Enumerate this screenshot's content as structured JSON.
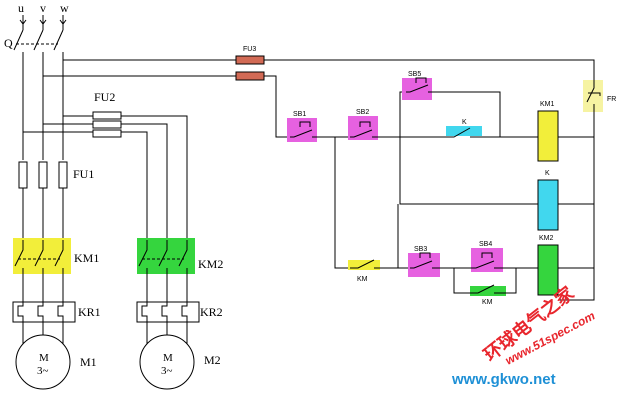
{
  "colors": {
    "fuse_fill": "#d26a55",
    "km1_highlight": "#f2ee3a",
    "km2_highlight": "#35d53e",
    "k_highlight": "#41d7ee",
    "sb_highlight": "#e661e0",
    "fr_highlight": "#f6f3a2",
    "watermark_red": "#e8262d",
    "watermark_blue": "#1e90d6"
  },
  "power": {
    "phases": [
      "u",
      "v",
      "w"
    ],
    "switch_label": "Q",
    "fu1": "FU1",
    "fu2": "FU2",
    "km1": "KM1",
    "km2": "KM2",
    "kr1": "KR1",
    "kr2": "KR2",
    "m1": "M1",
    "m2": "M2",
    "motor_symbol": "M",
    "motor_phase": "3~"
  },
  "control": {
    "fu3": "FU3",
    "fr": "FR",
    "sb1": "SB1",
    "sb2": "SB2",
    "sb3": "SB3",
    "sb4": "SB4",
    "sb5": "SB5",
    "k_contact": "K",
    "km_contact_a": "KM",
    "km_contact_b": "KM",
    "coil_km1": "KM1",
    "coil_k": "K",
    "coil_km2": "KM2"
  },
  "watermark": {
    "chinese": "环球电气之家",
    "url_1": "www.51spec.com",
    "url_2": "www.gkwo.net"
  }
}
